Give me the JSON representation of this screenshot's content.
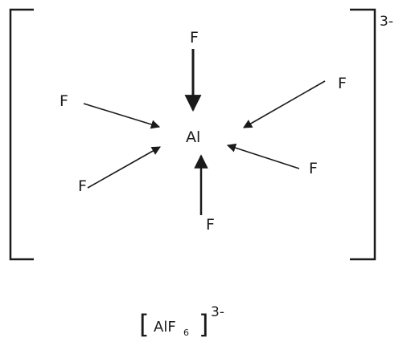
{
  "complex": {
    "central_atom": "Al",
    "ligands": [
      {
        "label": "F"
      },
      {
        "label": "F"
      },
      {
        "label": "F"
      },
      {
        "label": "F"
      },
      {
        "label": "F"
      },
      {
        "label": "F"
      }
    ],
    "charge": "3-"
  },
  "formula": {
    "open_bracket": "[",
    "base": "AlF",
    "subscript": "6",
    "close_bracket": "]",
    "charge": "3-"
  },
  "colors": {
    "ink": "#1a1a1a",
    "background": "#ffffff"
  }
}
